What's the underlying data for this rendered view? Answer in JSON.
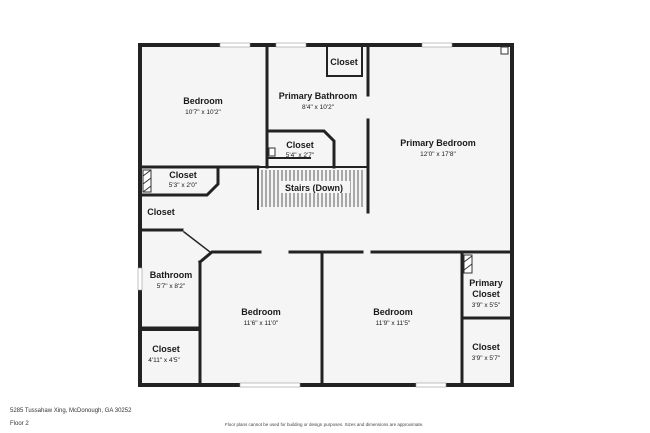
{
  "rooms": {
    "bedroom_nw": {
      "name": "Bedroom",
      "dims": "10'7\" x 10'2\""
    },
    "primary_bathroom": {
      "name": "Primary Bathroom",
      "dims": "8'4\" x 10'2\""
    },
    "closet_bath": {
      "name": "Closet"
    },
    "primary_bedroom": {
      "name": "Primary Bedroom",
      "dims": "12'0\" x 17'8\""
    },
    "closet_hall": {
      "name": "Closet",
      "dims": "5'4\" x 2'7\""
    },
    "closet_nw": {
      "name": "Closet",
      "dims": "5'3\" x 2'0\""
    },
    "stairs": {
      "name": "Stairs (Down)"
    },
    "closet_w": {
      "name": "Closet"
    },
    "bathroom": {
      "name": "Bathroom",
      "dims": "5'7\" x 8'2\""
    },
    "bedroom_s": {
      "name": "Bedroom",
      "dims": "11'6\" x 11'0\""
    },
    "bedroom_se": {
      "name": "Bedroom",
      "dims": "11'9\" x 11'5\""
    },
    "primary_closet": {
      "name_line1": "Primary",
      "name_line2": "Closet",
      "dims": "3'9\" x 5'5\""
    },
    "closet_se": {
      "name": "Closet",
      "dims": "3'9\" x 5'7\""
    },
    "closet_sw": {
      "name": "Closet",
      "dims": "4'11\" x 4'5\""
    }
  },
  "footer": {
    "address": "5285 Tussahaw Xing, McDonough, GA 30252",
    "floor": "Floor 2",
    "disclaimer": "Floor plans cannot be used for building or design purposes. Sizes and dimensions are approximate."
  },
  "colors": {
    "wall": "#222222",
    "floor": "#f5f5f5",
    "window": "#ffffff"
  }
}
